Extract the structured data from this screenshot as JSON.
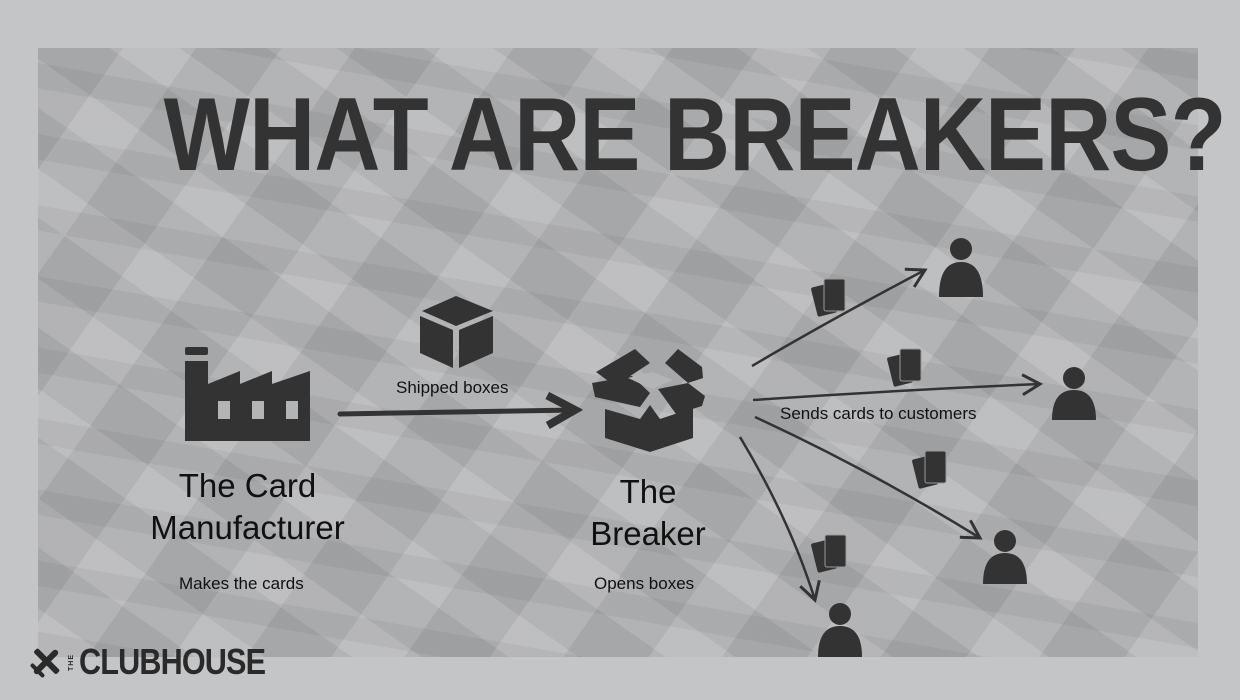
{
  "title": "WHAT ARE BREAKERS?",
  "colors": {
    "page_background": "#c4c5c7",
    "panel_background": "#b3b4b6",
    "icon_fill": "#333333",
    "text": "#111111"
  },
  "nodes": {
    "manufacturer": {
      "icon": "factory-icon",
      "title_line1": "The Card",
      "title_line2": "Manufacturer",
      "caption": "Makes the cards"
    },
    "breaker": {
      "icon": "open-box-icon",
      "title_line1": "The",
      "title_line2": "Breaker",
      "caption": "Opens boxes"
    },
    "customers": [
      {
        "icon": "user-icon"
      },
      {
        "icon": "user-icon"
      },
      {
        "icon": "user-icon"
      },
      {
        "icon": "user-icon"
      }
    ]
  },
  "edges": {
    "shipping": {
      "icon": "closed-box-icon",
      "label": "Shipped boxes"
    },
    "sending": {
      "icon": "cards-icon",
      "label": "Sends cards to customers"
    }
  },
  "logo": {
    "prefix": "THE",
    "name": "CLUBHOUSE"
  }
}
